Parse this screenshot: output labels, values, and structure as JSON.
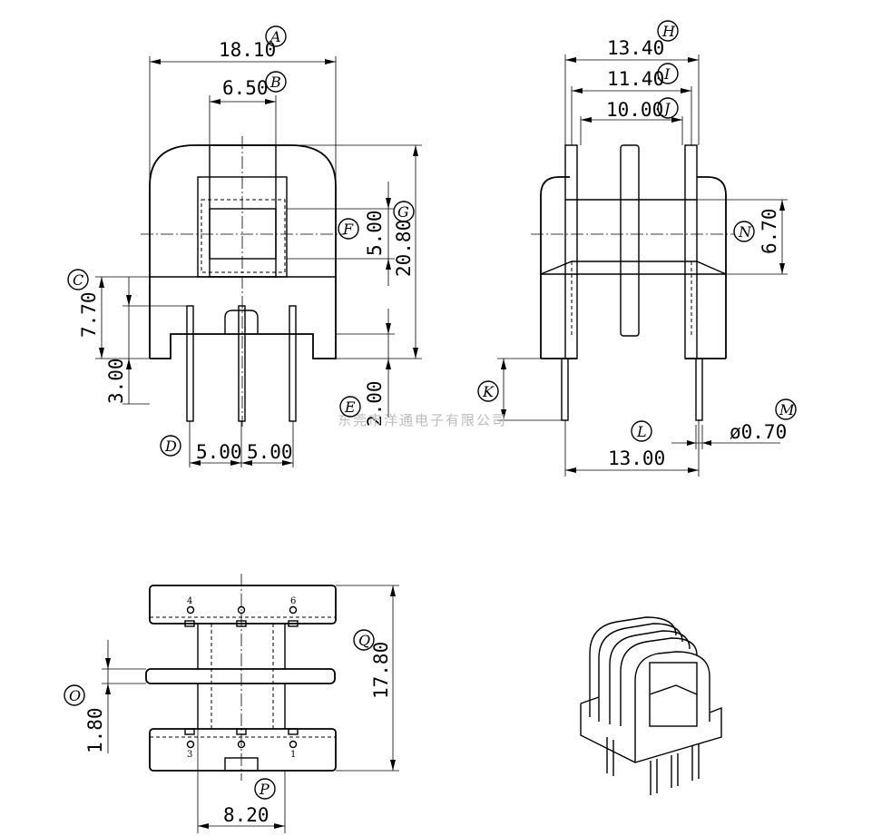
{
  "dims": {
    "A": "18.10",
    "B": "6.50",
    "F": "5.00",
    "G": "20.80",
    "C": "7.70",
    "E": "2.00",
    "D_text": "3.00",
    "D1": "5.00",
    "D2": "5.00",
    "H": "13.40",
    "I": "11.40",
    "J": "10.00",
    "N": "6.70",
    "L": "13.00",
    "M": "ø0.70",
    "Q": "17.80",
    "O": "1.80",
    "P": "8.20"
  },
  "letters": [
    "A",
    "B",
    "C",
    "D",
    "E",
    "F",
    "G",
    "H",
    "I",
    "J",
    "K",
    "L",
    "M",
    "N",
    "O",
    "P",
    "Q"
  ],
  "pins": {
    "p4": "4",
    "p6": "6",
    "p3": "3",
    "p1": "1"
  },
  "watermark": "东莞市洋通电子有限公司"
}
